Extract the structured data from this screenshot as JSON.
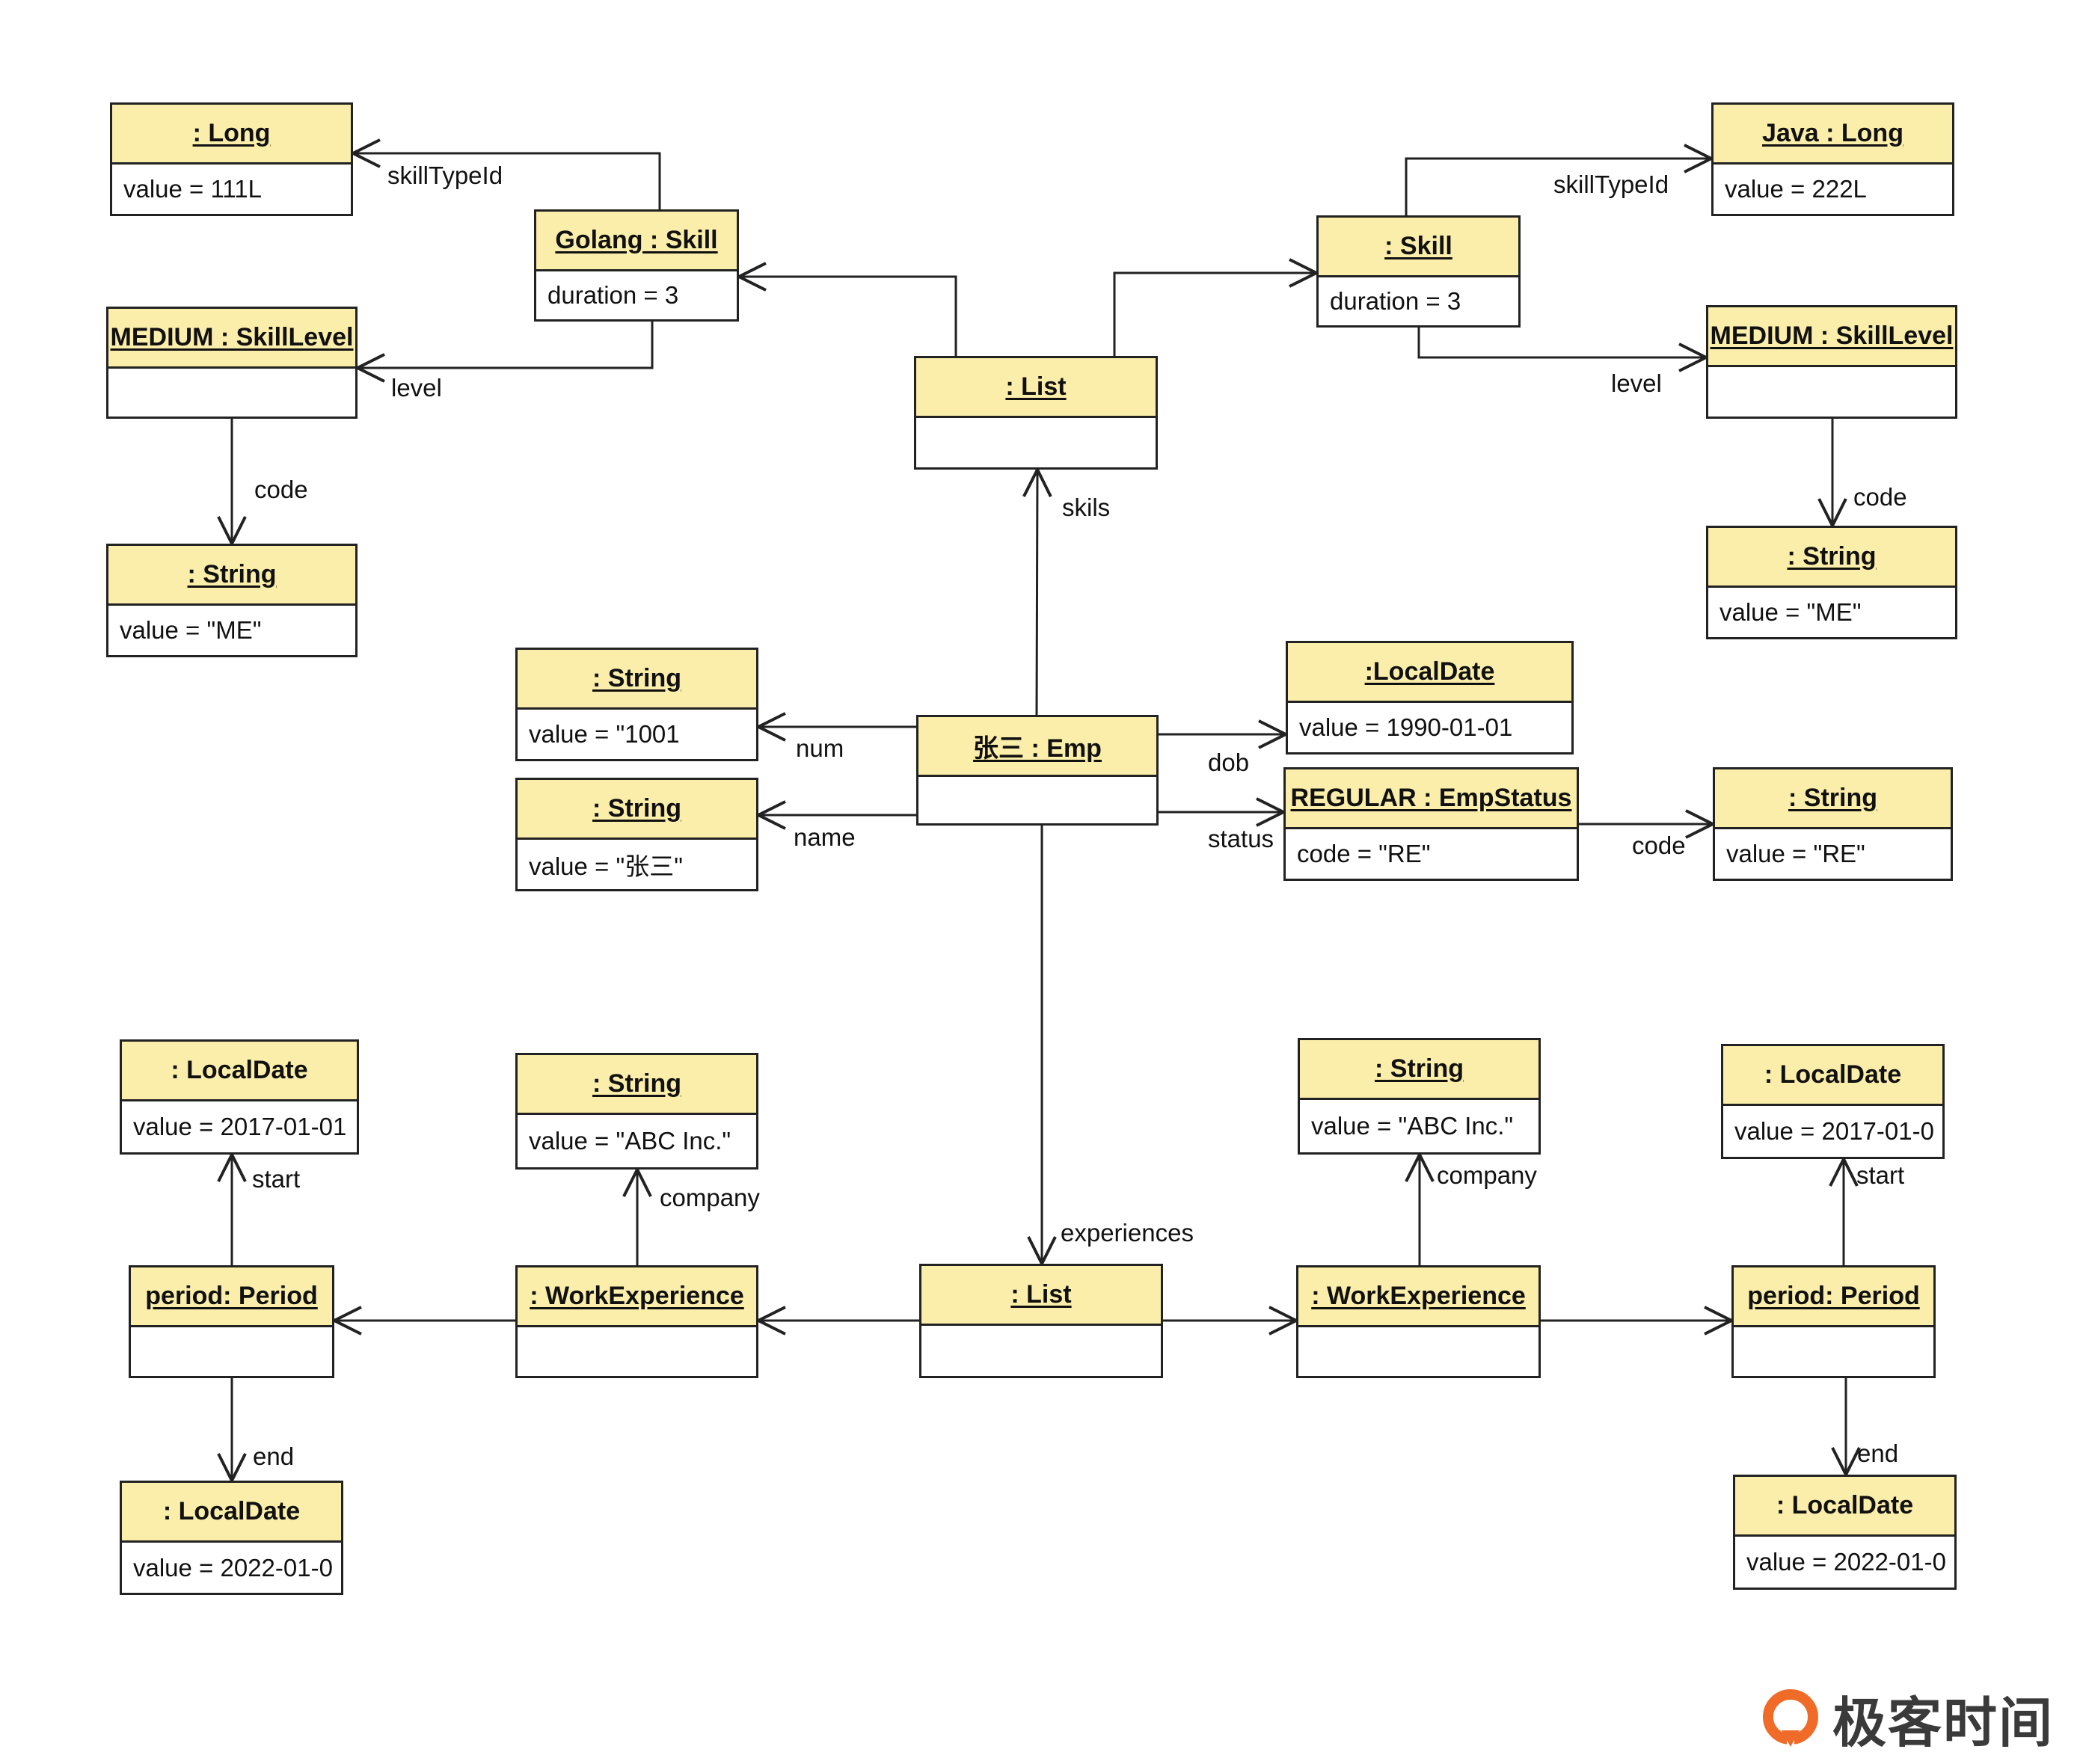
{
  "objects": {
    "long_111": {
      "title": ": Long",
      "body": "value = 111L"
    },
    "golang_skill": {
      "title": "Golang : Skill",
      "body": "duration = 3"
    },
    "medium_left": {
      "title": "MEDIUM : SkillLevel",
      "body": ""
    },
    "string_me_left": {
      "title": ": String",
      "body": "value = \"ME\""
    },
    "skills_list": {
      "title": ": List",
      "body": ""
    },
    "skill_right": {
      "title": ": Skill",
      "body": "duration = 3"
    },
    "java_long": {
      "title": "Java : Long",
      "body": "value = 222L"
    },
    "medium_right": {
      "title": "MEDIUM : SkillLevel",
      "body": ""
    },
    "string_me_right": {
      "title": ": String",
      "body": "value = \"ME\""
    },
    "string_num": {
      "title": ": String",
      "body": "value =  \"1001"
    },
    "string_name": {
      "title": ": String",
      "body": "value = \"张三\""
    },
    "emp": {
      "title": "张三 : Emp",
      "body": ""
    },
    "localdate_dob": {
      "title": ":LocalDate",
      "body": "value = 1990-01-01"
    },
    "empstatus": {
      "title": "REGULAR : EmpStatus",
      "body": "code = \"RE\""
    },
    "string_re": {
      "title": ": String",
      "body": "value = \"RE\""
    },
    "ld_start_left": {
      "title": ": LocalDate",
      "body": "value = 2017-01-01"
    },
    "string_abc_left": {
      "title": ": String",
      "body": "value = \"ABC Inc.\""
    },
    "period_left": {
      "title": "period: Period",
      "body": ""
    },
    "work_left": {
      "title": ": WorkExperience",
      "body": ""
    },
    "exp_list": {
      "title": ": List",
      "body": ""
    },
    "work_right": {
      "title": ": WorkExperience",
      "body": ""
    },
    "string_abc_right": {
      "title": ": String",
      "body": "value = \"ABC Inc.\""
    },
    "period_right": {
      "title": "period: Period",
      "body": ""
    },
    "ld_start_right": {
      "title": ": LocalDate",
      "body": "value = 2017-01-0"
    },
    "ld_end_left": {
      "title": ": LocalDate",
      "body": "value = 2022-01-0"
    },
    "ld_end_right": {
      "title": ": LocalDate",
      "body": "value = 2022-01-0"
    }
  },
  "edge_labels": {
    "skilltypeid_left": "skillTypeId",
    "level_left": "level",
    "code_left": "code",
    "skils": "skils",
    "skilltypeid_right": "skillTypeId",
    "level_right": "level",
    "code_right": "code",
    "num": "num",
    "name": "name",
    "dob": "dob",
    "status": "status",
    "code_status": "code",
    "experiences": "experiences",
    "start_left": "start",
    "company_left": "company",
    "end_left": "end",
    "company_right": "company",
    "start_right": "start",
    "end_right": "end"
  },
  "logo": {
    "text": "极客时间",
    "icon": "geektime-logo-icon"
  },
  "colors": {
    "header": "#fbeeaa",
    "border": "#222222",
    "logo_orange": "#f06a28"
  }
}
